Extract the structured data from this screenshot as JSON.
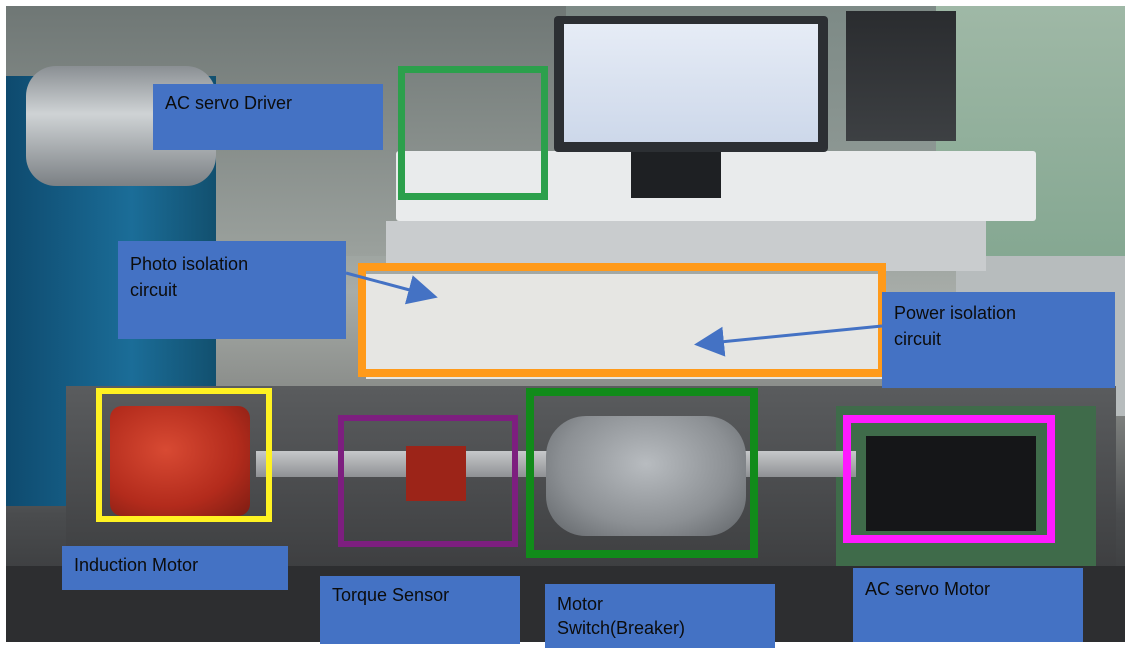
{
  "labels": {
    "ac_servo_driver": "AC servo Driver",
    "photo_isolation_line1": "Photo isolation",
    "photo_isolation_line2": "circuit",
    "power_isolation_line1": "Power isolation",
    "power_isolation_line2": "circuit",
    "induction_motor": "Induction Motor",
    "torque_sensor": "Torque Sensor",
    "motor_breaker_line1": "Motor",
    "motor_breaker_line2": "Switch(Breaker)",
    "ac_servo_motor": "AC servo Motor"
  },
  "colors": {
    "label_fill": "#4472c4",
    "driver_frame": "#2ca04c",
    "isolation_frame": "#ff9a1a",
    "induction_frame": "#fff222",
    "torque_frame": "#7d1f7f",
    "breaker_frame": "#118b1a",
    "servo_frame": "#ff1aff",
    "arrow": "#4472c4"
  }
}
